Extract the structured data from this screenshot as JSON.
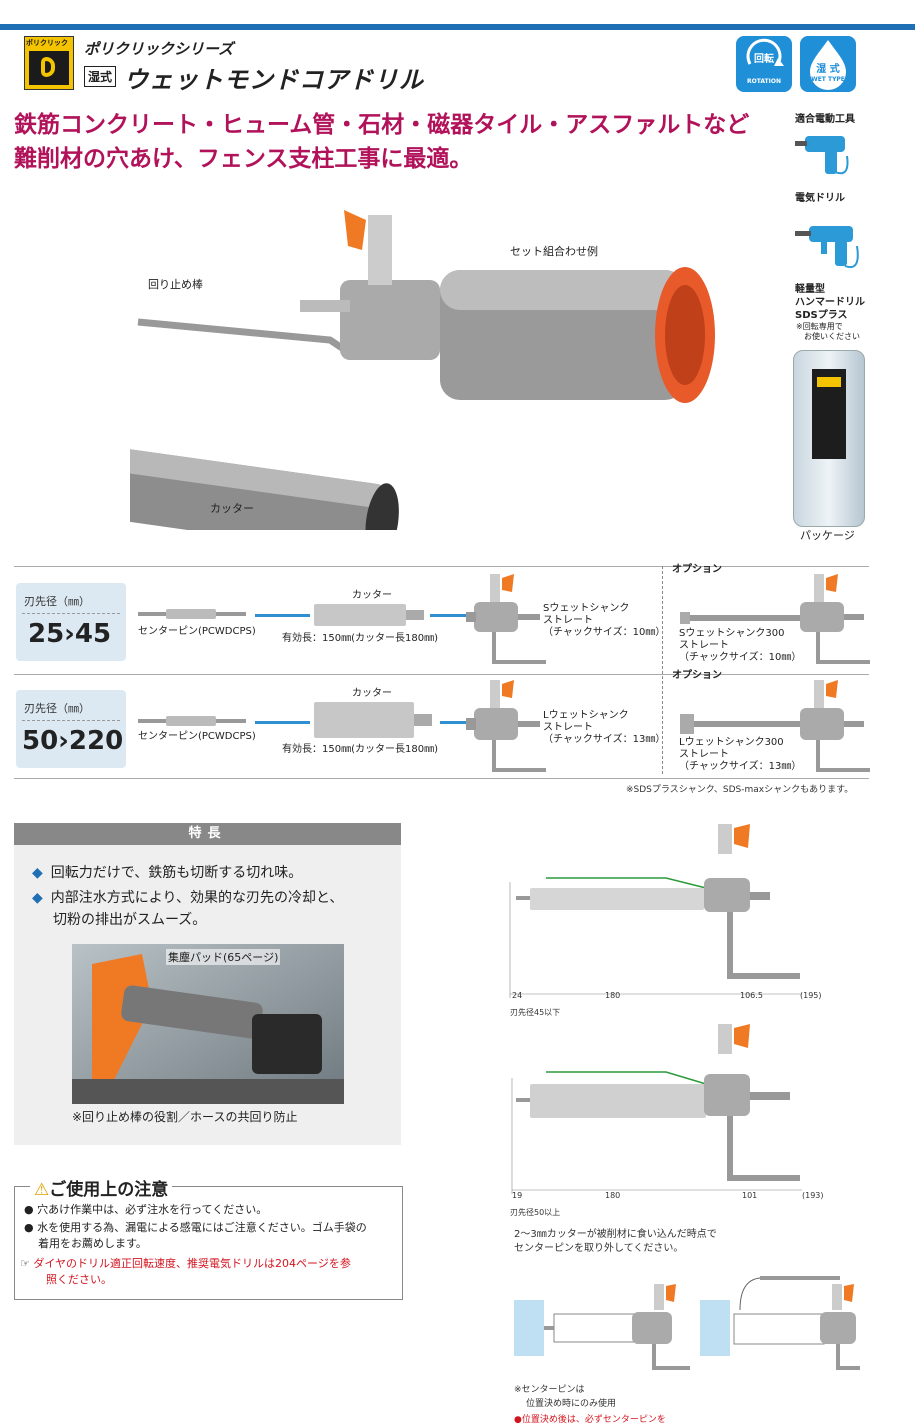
{
  "header": {
    "logo_tag": "ポリクリック",
    "series": "ポリクリックシリーズ",
    "wet_badge": "湿式",
    "title": "ウェットモンドコアドリル",
    "rotation_badge": {
      "main": "回転",
      "sub": "ROTATION",
      "color": "#1f8fd8"
    },
    "wettype_badge": {
      "main": "湿 式",
      "sub": "WET TYPE",
      "color": "#1f8fd8"
    }
  },
  "headline": {
    "line1": "鉄筋コンクリート・ヒューム管・石材・磁器タイル・アスファルトなど",
    "line2": "難削材の穴あけ、フェンス支柱工事に最適。"
  },
  "sidebar": {
    "compatible": "適合電動工具",
    "drill": "電気ドリル",
    "hammer": [
      "軽量型",
      "ハンマードリル",
      "SDSプラス"
    ],
    "hammer_note": [
      "※回転専用で",
      "お使いください"
    ],
    "package": "パッケージ"
  },
  "photo": {
    "set_example": "セット組合わせ例",
    "stop_rod": "回り止め棒",
    "cutter": "カッター"
  },
  "specs": [
    {
      "label": "刃先径（㎜）",
      "range": "25›45",
      "center_pin": "センターピン(PCWDCPS)",
      "cutter": "カッター",
      "effective": "有効長：150㎜(カッター長180㎜)",
      "shank": [
        "Sウェットシャンク",
        "ストレート",
        "（チャックサイズ：10㎜）"
      ],
      "option_title": "オプション",
      "option": [
        "Sウェットシャンク300",
        "ストレート",
        "（チャックサイズ：10㎜）"
      ]
    },
    {
      "label": "刃先径（㎜）",
      "range": "50›220",
      "center_pin": "センターピン(PCWDCPS)",
      "cutter": "カッター",
      "effective": "有効長：150㎜(カッター長180㎜)",
      "shank": [
        "Lウェットシャンク",
        "ストレート",
        "（チャックサイズ：13㎜）"
      ],
      "option_title": "オプション",
      "option": [
        "Lウェットシャンク300",
        "ストレート",
        "（チャックサイズ：13㎜）"
      ]
    }
  ],
  "sds_note": "※SDSプラスシャンク、SDS-maxシャンクもあります。",
  "features": {
    "heading": "特長",
    "items": [
      "回転力だけで、鉄筋も切断する切れ味。",
      "内部注水方式により、効果的な刃先の冷却と、",
      "切粉の排出がスムーズ。"
    ],
    "pad_label": "集塵パッド(65ページ)",
    "photo_note": "※回り止め棒の役割／ホースの共回り防止"
  },
  "caution": {
    "title": "ご使用上の注意",
    "items": [
      "穴あけ作業中は、必ず注水を行ってください。",
      "水を使用する為、漏電による感電にはご注意ください。ゴム手袋の",
      "着用をお薦めします。"
    ],
    "red": [
      "ダイヤのドリル適正回転速度、推奨電気ドリルは204ページを参",
      "照ください。"
    ]
  },
  "diagrams": {
    "d1": {
      "dims": [
        "24",
        "180",
        "106.5",
        "(195)"
      ],
      "note": "刃先径45以下"
    },
    "d2": {
      "dims": [
        "19",
        "180",
        "101",
        "(193)"
      ],
      "note": "刃先径50以上"
    },
    "instruction": [
      "2～3㎜カッターが被削材に食い込んだ時点で",
      "センターピンを取り外してください。"
    ],
    "bottom_note": [
      "※センターピンは",
      "位置決め時にのみ使用"
    ],
    "bottom_red": "●位置決め後は、必ずセンターピンを"
  }
}
